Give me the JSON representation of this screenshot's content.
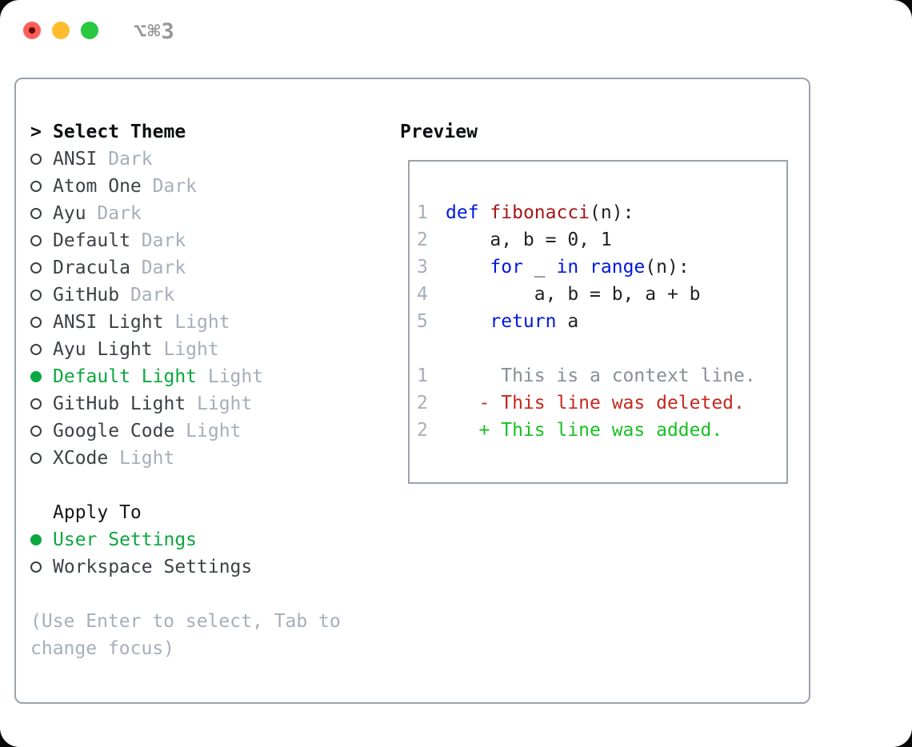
{
  "window": {
    "title": "⌥⌘3",
    "traffic_colors": {
      "close": "#ff5f57",
      "minimize": "#febc2e",
      "zoom": "#28c840"
    }
  },
  "theme_list": {
    "prompt": ">",
    "header": "Select Theme",
    "items": [
      {
        "name": "ANSI",
        "tag": "Dark",
        "selected": false
      },
      {
        "name": "Atom One",
        "tag": "Dark",
        "selected": false
      },
      {
        "name": "Ayu",
        "tag": "Dark",
        "selected": false
      },
      {
        "name": "Default",
        "tag": "Dark",
        "selected": false
      },
      {
        "name": "Dracula",
        "tag": "Dark",
        "selected": false
      },
      {
        "name": "GitHub",
        "tag": "Dark",
        "selected": false
      },
      {
        "name": "ANSI Light",
        "tag": "Light",
        "selected": false
      },
      {
        "name": "Ayu Light",
        "tag": "Light",
        "selected": false
      },
      {
        "name": "Default Light",
        "tag": "Light",
        "selected": true
      },
      {
        "name": "GitHub Light",
        "tag": "Light",
        "selected": false
      },
      {
        "name": "Google Code",
        "tag": "Light",
        "selected": false
      },
      {
        "name": "XCode",
        "tag": "Light",
        "selected": false
      }
    ]
  },
  "apply_to": {
    "header": "Apply To",
    "items": [
      {
        "name": "User Settings",
        "selected": true
      },
      {
        "name": "Workspace Settings",
        "selected": false
      }
    ]
  },
  "hint_lines": [
    "(Use Enter to select, Tab to",
    "change focus)"
  ],
  "preview": {
    "header": "Preview",
    "lines": [
      {
        "num": "1",
        "segments": [
          {
            "t": "def",
            "c": "kw"
          },
          {
            "t": " ",
            "c": "pl"
          },
          {
            "t": "fibonacci",
            "c": "fn"
          },
          {
            "t": "(n):",
            "c": "pl"
          }
        ]
      },
      {
        "num": "2",
        "segments": [
          {
            "t": "    a, b = 0, 1",
            "c": "pl"
          }
        ]
      },
      {
        "num": "3",
        "segments": [
          {
            "t": "    ",
            "c": "pl"
          },
          {
            "t": "for",
            "c": "kw"
          },
          {
            "t": " _ ",
            "c": "pl"
          },
          {
            "t": "in",
            "c": "kw"
          },
          {
            "t": " ",
            "c": "pl"
          },
          {
            "t": "range",
            "c": "kw"
          },
          {
            "t": "(n):",
            "c": "pl"
          }
        ]
      },
      {
        "num": "4",
        "segments": [
          {
            "t": "        a, b = b, a + b",
            "c": "pl"
          }
        ]
      },
      {
        "num": "5",
        "segments": [
          {
            "t": "    ",
            "c": "pl"
          },
          {
            "t": "return",
            "c": "kw"
          },
          {
            "t": " a",
            "c": "pl"
          }
        ]
      },
      {
        "num": "",
        "segments": []
      },
      {
        "num": "1",
        "segments": [
          {
            "t": "     This is a context line.",
            "c": "ctx"
          }
        ]
      },
      {
        "num": "2",
        "segments": [
          {
            "t": "   ",
            "c": "pl"
          },
          {
            "t": "- This line was deleted.",
            "c": "del"
          }
        ]
      },
      {
        "num": "2",
        "segments": [
          {
            "t": "   ",
            "c": "pl"
          },
          {
            "t": "+ This line was added.",
            "c": "add"
          }
        ]
      }
    ]
  },
  "colors": {
    "window_bg": "#ffffff",
    "panel_border": "#99a2ad",
    "list_text": "#3d4146",
    "muted_gray": "#a6aeba",
    "selection_green": "#0aa83e",
    "keyword_blue": "#0018dd",
    "function_red": "#a61717",
    "code_plain": "#1f2124",
    "context_gray": "#888f97",
    "deleted_red": "#c7281e",
    "added_green": "#17c122",
    "line_number_gray": "#a6aeba",
    "title_gray": "#97979b"
  }
}
